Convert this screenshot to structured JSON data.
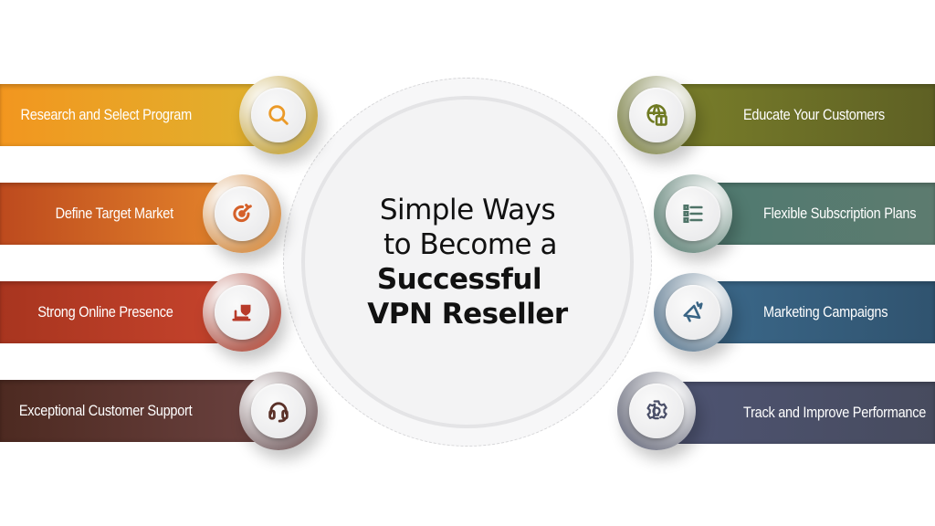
{
  "title": {
    "line1": "Simple Ways",
    "line2": "to Become a",
    "line3": "Successful",
    "line4": "VPN Reseller"
  },
  "left_items": [
    {
      "label": "Research and Select Program",
      "icon": "search-icon",
      "color_start": "#f2961f",
      "color_end": "#e0b22e",
      "ring": "#c9ad55",
      "icon_color": "#eb9a28"
    },
    {
      "label": "Define Target Market",
      "icon": "target-icon",
      "color_start": "#bd4a1e",
      "color_end": "#e88a2c",
      "ring": "#d79a5c",
      "icon_color": "#d5612a"
    },
    {
      "label": "Strong Online Presence",
      "icon": "laptop-shield-icon",
      "color_start": "#a8351f",
      "color_end": "#c9452e",
      "ring": "#b7675b",
      "icon_color": "#b83b2a"
    },
    {
      "label": "Exceptional Customer Support",
      "icon": "headset-icon",
      "color_start": "#4d2a21",
      "color_end": "#6b4240",
      "ring": "#8e7c7e",
      "icon_color": "#5a3128"
    }
  ],
  "right_items": [
    {
      "label": "Educate Your Customers",
      "icon": "globe-book-icon",
      "color_start": "#7a7f2a",
      "color_end": "#5e6024",
      "ring": "#9a9e72",
      "icon_color": "#6f7a22"
    },
    {
      "label": "Flexible Subscription Plans",
      "icon": "list-icon",
      "color_start": "#4e7a70",
      "color_end": "#5d7b6f",
      "ring": "#7f9a91",
      "icon_color": "#4f7468"
    },
    {
      "label": "Marketing Campaigns",
      "icon": "megaphone-icon",
      "color_start": "#3c6a8c",
      "color_end": "#30536f",
      "ring": "#7f95a7",
      "icon_color": "#3a6585"
    },
    {
      "label": "Track and Improve Performance",
      "icon": "gear-bulb-icon",
      "color_start": "#4e5473",
      "color_end": "#474b5e",
      "ring": "#8b8d99",
      "icon_color": "#4a4f68"
    }
  ]
}
